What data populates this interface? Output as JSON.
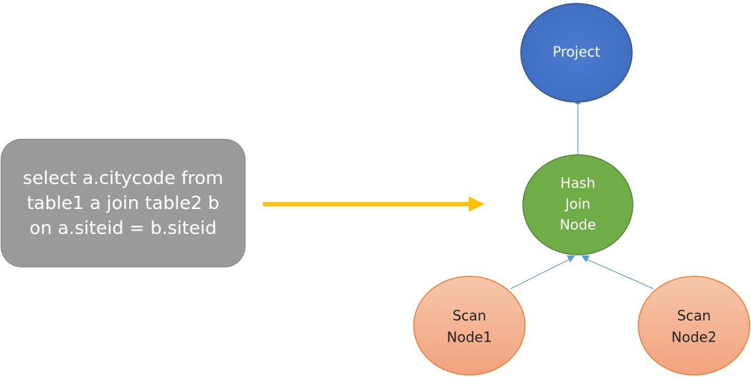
{
  "query": {
    "lines": [
      "select a.citycode from",
      "table1 a join table2 b",
      "on a.siteid = b.siteid"
    ]
  },
  "nodes": {
    "project": {
      "lines": [
        "Project"
      ]
    },
    "hash_join": {
      "lines": [
        "Hash",
        "Join",
        "Node"
      ]
    },
    "scan1": {
      "lines": [
        "Scan",
        "Node1"
      ]
    },
    "scan2": {
      "lines": [
        "Scan",
        "Node2"
      ]
    }
  },
  "colors": {
    "query_fill": "#9a9a9a",
    "project_fill": "#4472c4",
    "join_fill": "#70ad47",
    "scan_fill": "#f4b183",
    "connector": "#5b9bd5",
    "big_arrow": "#ffc000"
  }
}
